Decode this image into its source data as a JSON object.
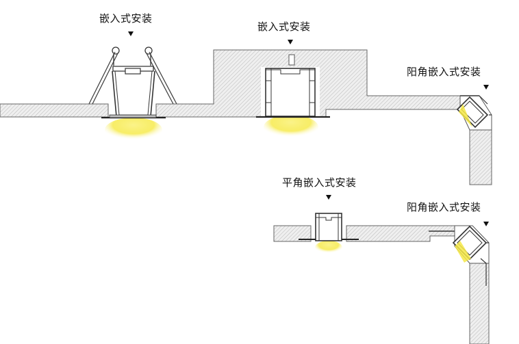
{
  "labels": {
    "recessed_1": "嵌入式安装",
    "recessed_2": "嵌入式安装",
    "outer_corner_top": "阳角嵌入式安装",
    "flat_corner": "平角嵌入式安装",
    "outer_corner_bottom": "阳角嵌入式安装"
  },
  "colors": {
    "wall_fill": "#efefef",
    "hatch": "#b0b0b0",
    "outline": "#555555",
    "profile": "#333333",
    "light_glow": "#f5e640"
  }
}
